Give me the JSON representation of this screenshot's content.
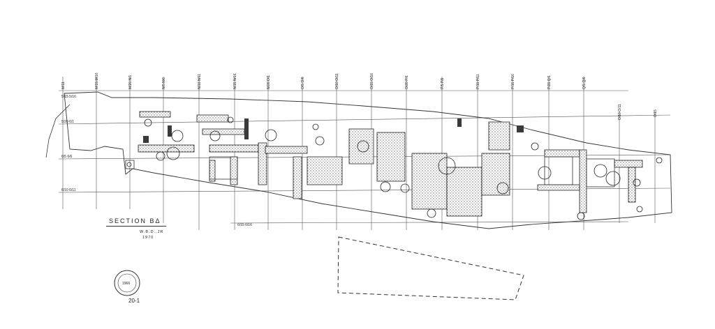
{
  "drawing": {
    "section_title": "SECTION BΔ",
    "author": "W.B.D.,JR",
    "year": "1970",
    "sheet_number": "20-1",
    "stamp_text": "1966"
  },
  "grid": {
    "column_labels": [
      "M/11",
      "M/15 M/16",
      "M/20 N/1",
      "N/5 N/6",
      "N/10 N/11",
      "N/15 N/16",
      "N/20 O/1",
      "O/5 O/6",
      "O/10 O/11",
      "O/15 O/16",
      "O/20 P/1",
      "P/5 P/6",
      "P/10 P/11",
      "P/15 P/16",
      "P/20 Q/1",
      "Q/5 Q/6"
    ],
    "row_labels": [
      "5/15 5/16",
      "5/20 6/1",
      "6/5 6/6",
      "6/10 6/11",
      "6/15 6/16"
    ],
    "right_labels": [
      "O/10 O/11",
      "O/15"
    ]
  },
  "colors": {
    "ink": "#2a2a2a",
    "paper": "#ffffff"
  }
}
